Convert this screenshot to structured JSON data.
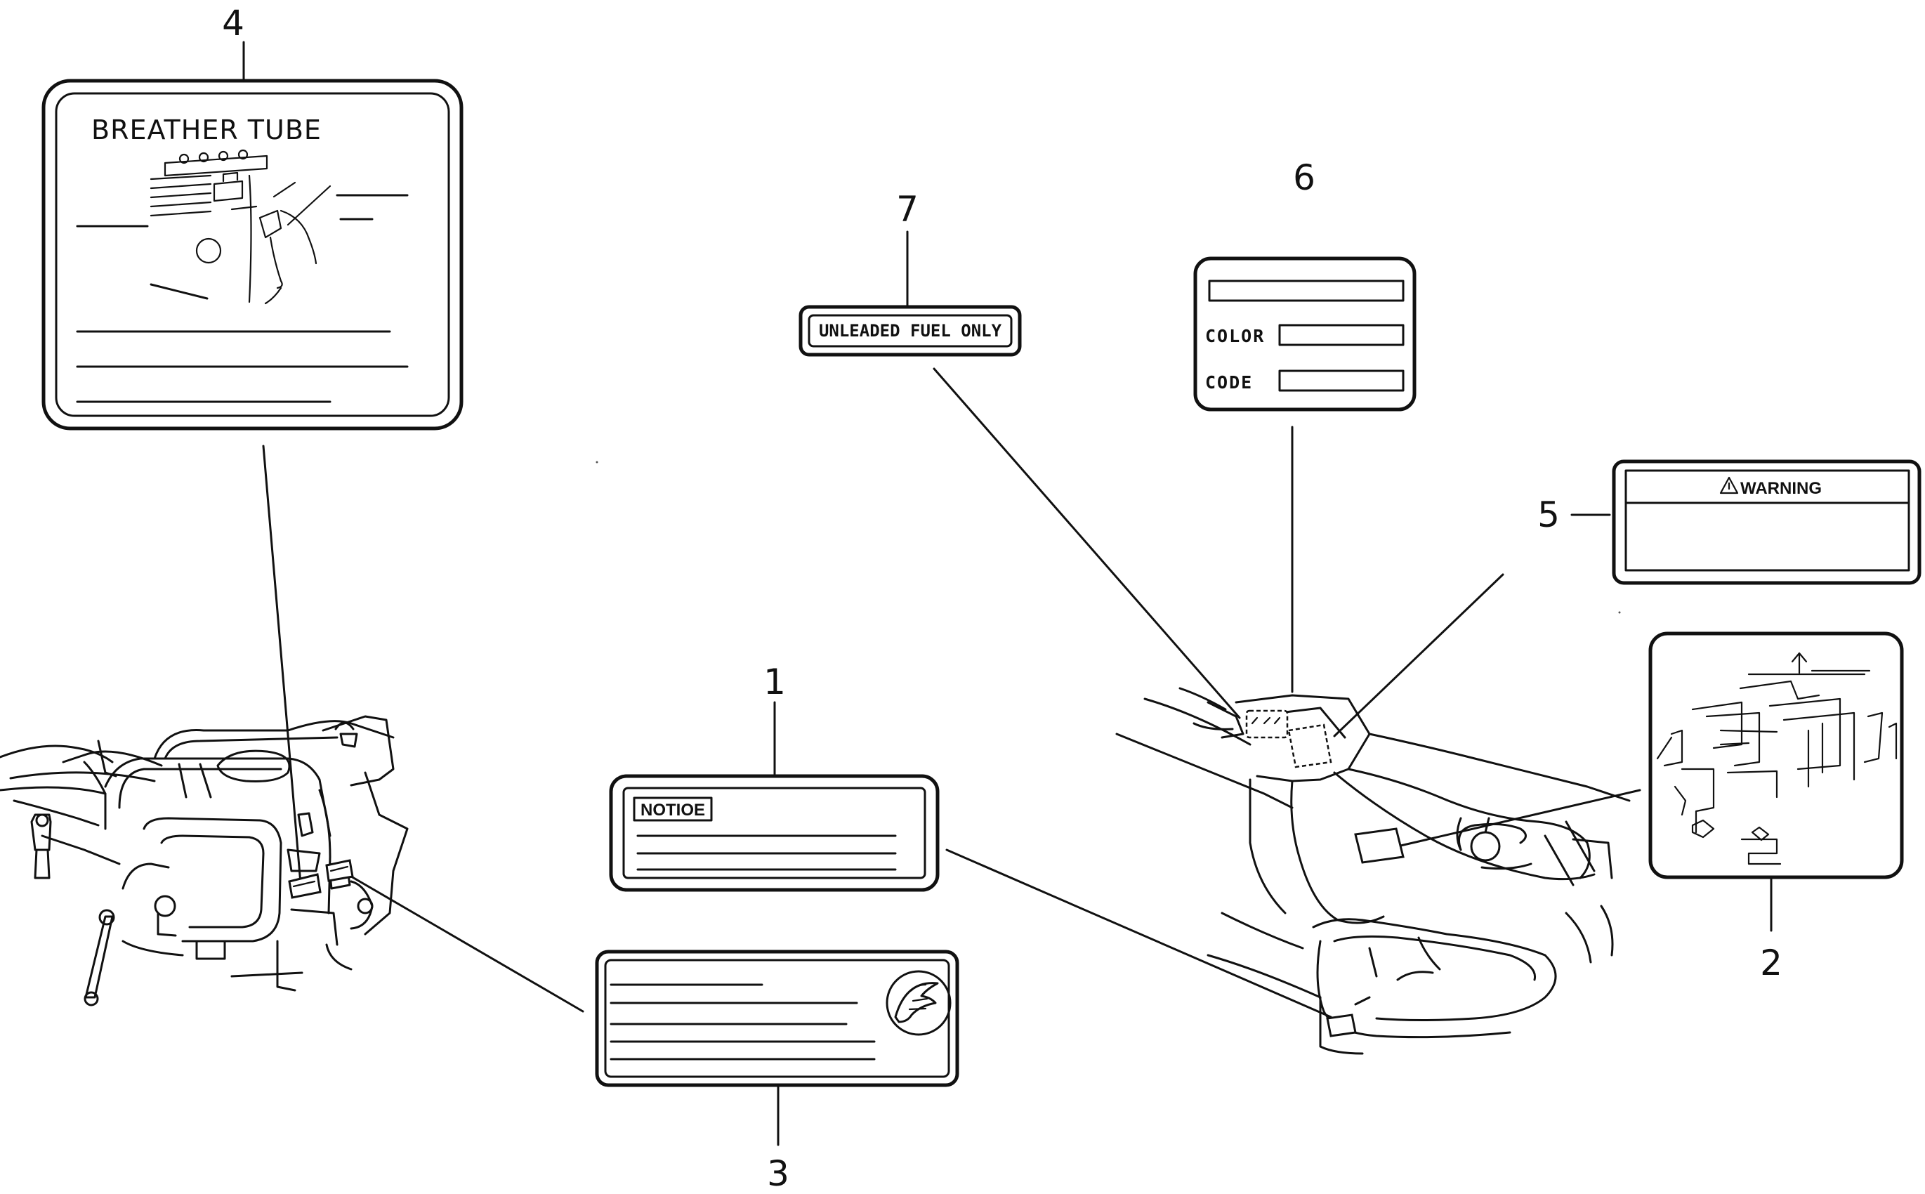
{
  "callouts": {
    "c1": "1",
    "c2": "2",
    "c3": "3",
    "c4": "4",
    "c5": "5",
    "c6": "6",
    "c7": "7"
  },
  "labels": {
    "breather": {
      "title": "BREATHER TUBE"
    },
    "fuel": {
      "text": "UNLEADED FUEL ONLY"
    },
    "color_code": {
      "color_label": "COLOR",
      "code_label": "CODE"
    },
    "warning": {
      "title": "WARNING"
    },
    "notice": {
      "title": "NOTIOE"
    }
  },
  "icons": [
    "warning-triangle-icon",
    "wing-logo-icon"
  ],
  "colors": {
    "ink": "#111111",
    "paper": "#ffffff"
  }
}
